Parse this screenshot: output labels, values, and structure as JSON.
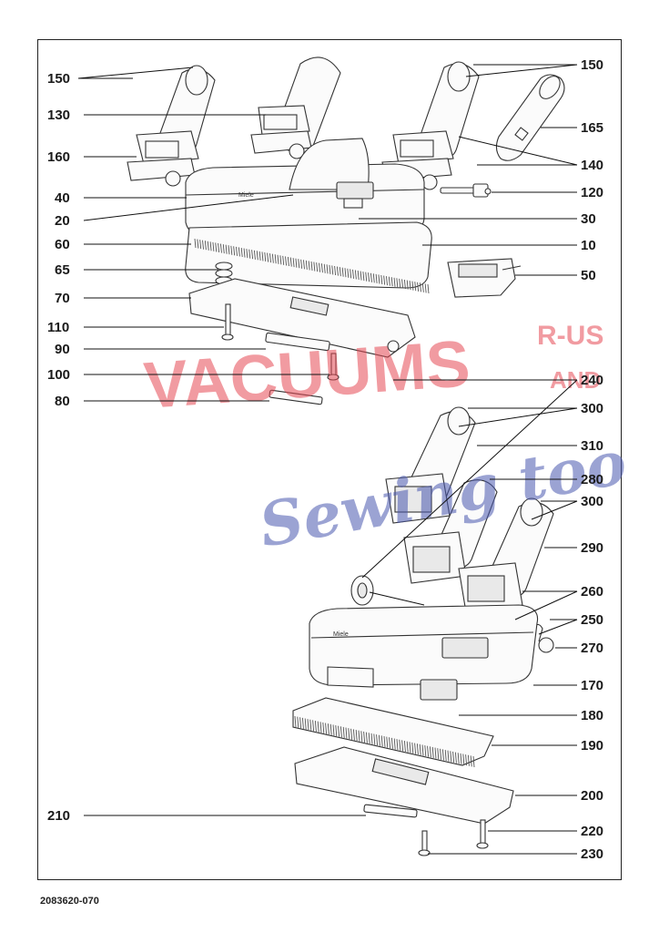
{
  "document_code": "2083620-070",
  "watermark": {
    "brand": "VACUUMS",
    "suffix_top": "R-US",
    "suffix_mid": "AND",
    "script": "Sewing too",
    "colors": {
      "red": "#e64a55",
      "blue": "#4a58b0"
    }
  },
  "callouts": [
    {
      "id": "150",
      "side": "left"
    },
    {
      "id": "130",
      "side": "left"
    },
    {
      "id": "160",
      "side": "left"
    },
    {
      "id": "40",
      "side": "left"
    },
    {
      "id": "20",
      "side": "left"
    },
    {
      "id": "60",
      "side": "left"
    },
    {
      "id": "65",
      "side": "left"
    },
    {
      "id": "70",
      "side": "left"
    },
    {
      "id": "110",
      "side": "left"
    },
    {
      "id": "90",
      "side": "left"
    },
    {
      "id": "100",
      "side": "left"
    },
    {
      "id": "80",
      "side": "left"
    },
    {
      "id": "210",
      "side": "left"
    },
    {
      "id": "150",
      "side": "right"
    },
    {
      "id": "165",
      "side": "right"
    },
    {
      "id": "140",
      "side": "right"
    },
    {
      "id": "120",
      "side": "right"
    },
    {
      "id": "30",
      "side": "right"
    },
    {
      "id": "10",
      "side": "right"
    },
    {
      "id": "50",
      "side": "right"
    },
    {
      "id": "240",
      "side": "right"
    },
    {
      "id": "300",
      "side": "right"
    },
    {
      "id": "310",
      "side": "right"
    },
    {
      "id": "280",
      "side": "right"
    },
    {
      "id": "300",
      "side": "right"
    },
    {
      "id": "290",
      "side": "right"
    },
    {
      "id": "260",
      "side": "right"
    },
    {
      "id": "250",
      "side": "right"
    },
    {
      "id": "270",
      "side": "right"
    },
    {
      "id": "170",
      "side": "right"
    },
    {
      "id": "180",
      "side": "right"
    },
    {
      "id": "190",
      "side": "right"
    },
    {
      "id": "200",
      "side": "right"
    },
    {
      "id": "220",
      "side": "right"
    },
    {
      "id": "230",
      "side": "right"
    }
  ],
  "icons": [
    "floor-nozzle-diagram",
    "watermark-logo"
  ]
}
